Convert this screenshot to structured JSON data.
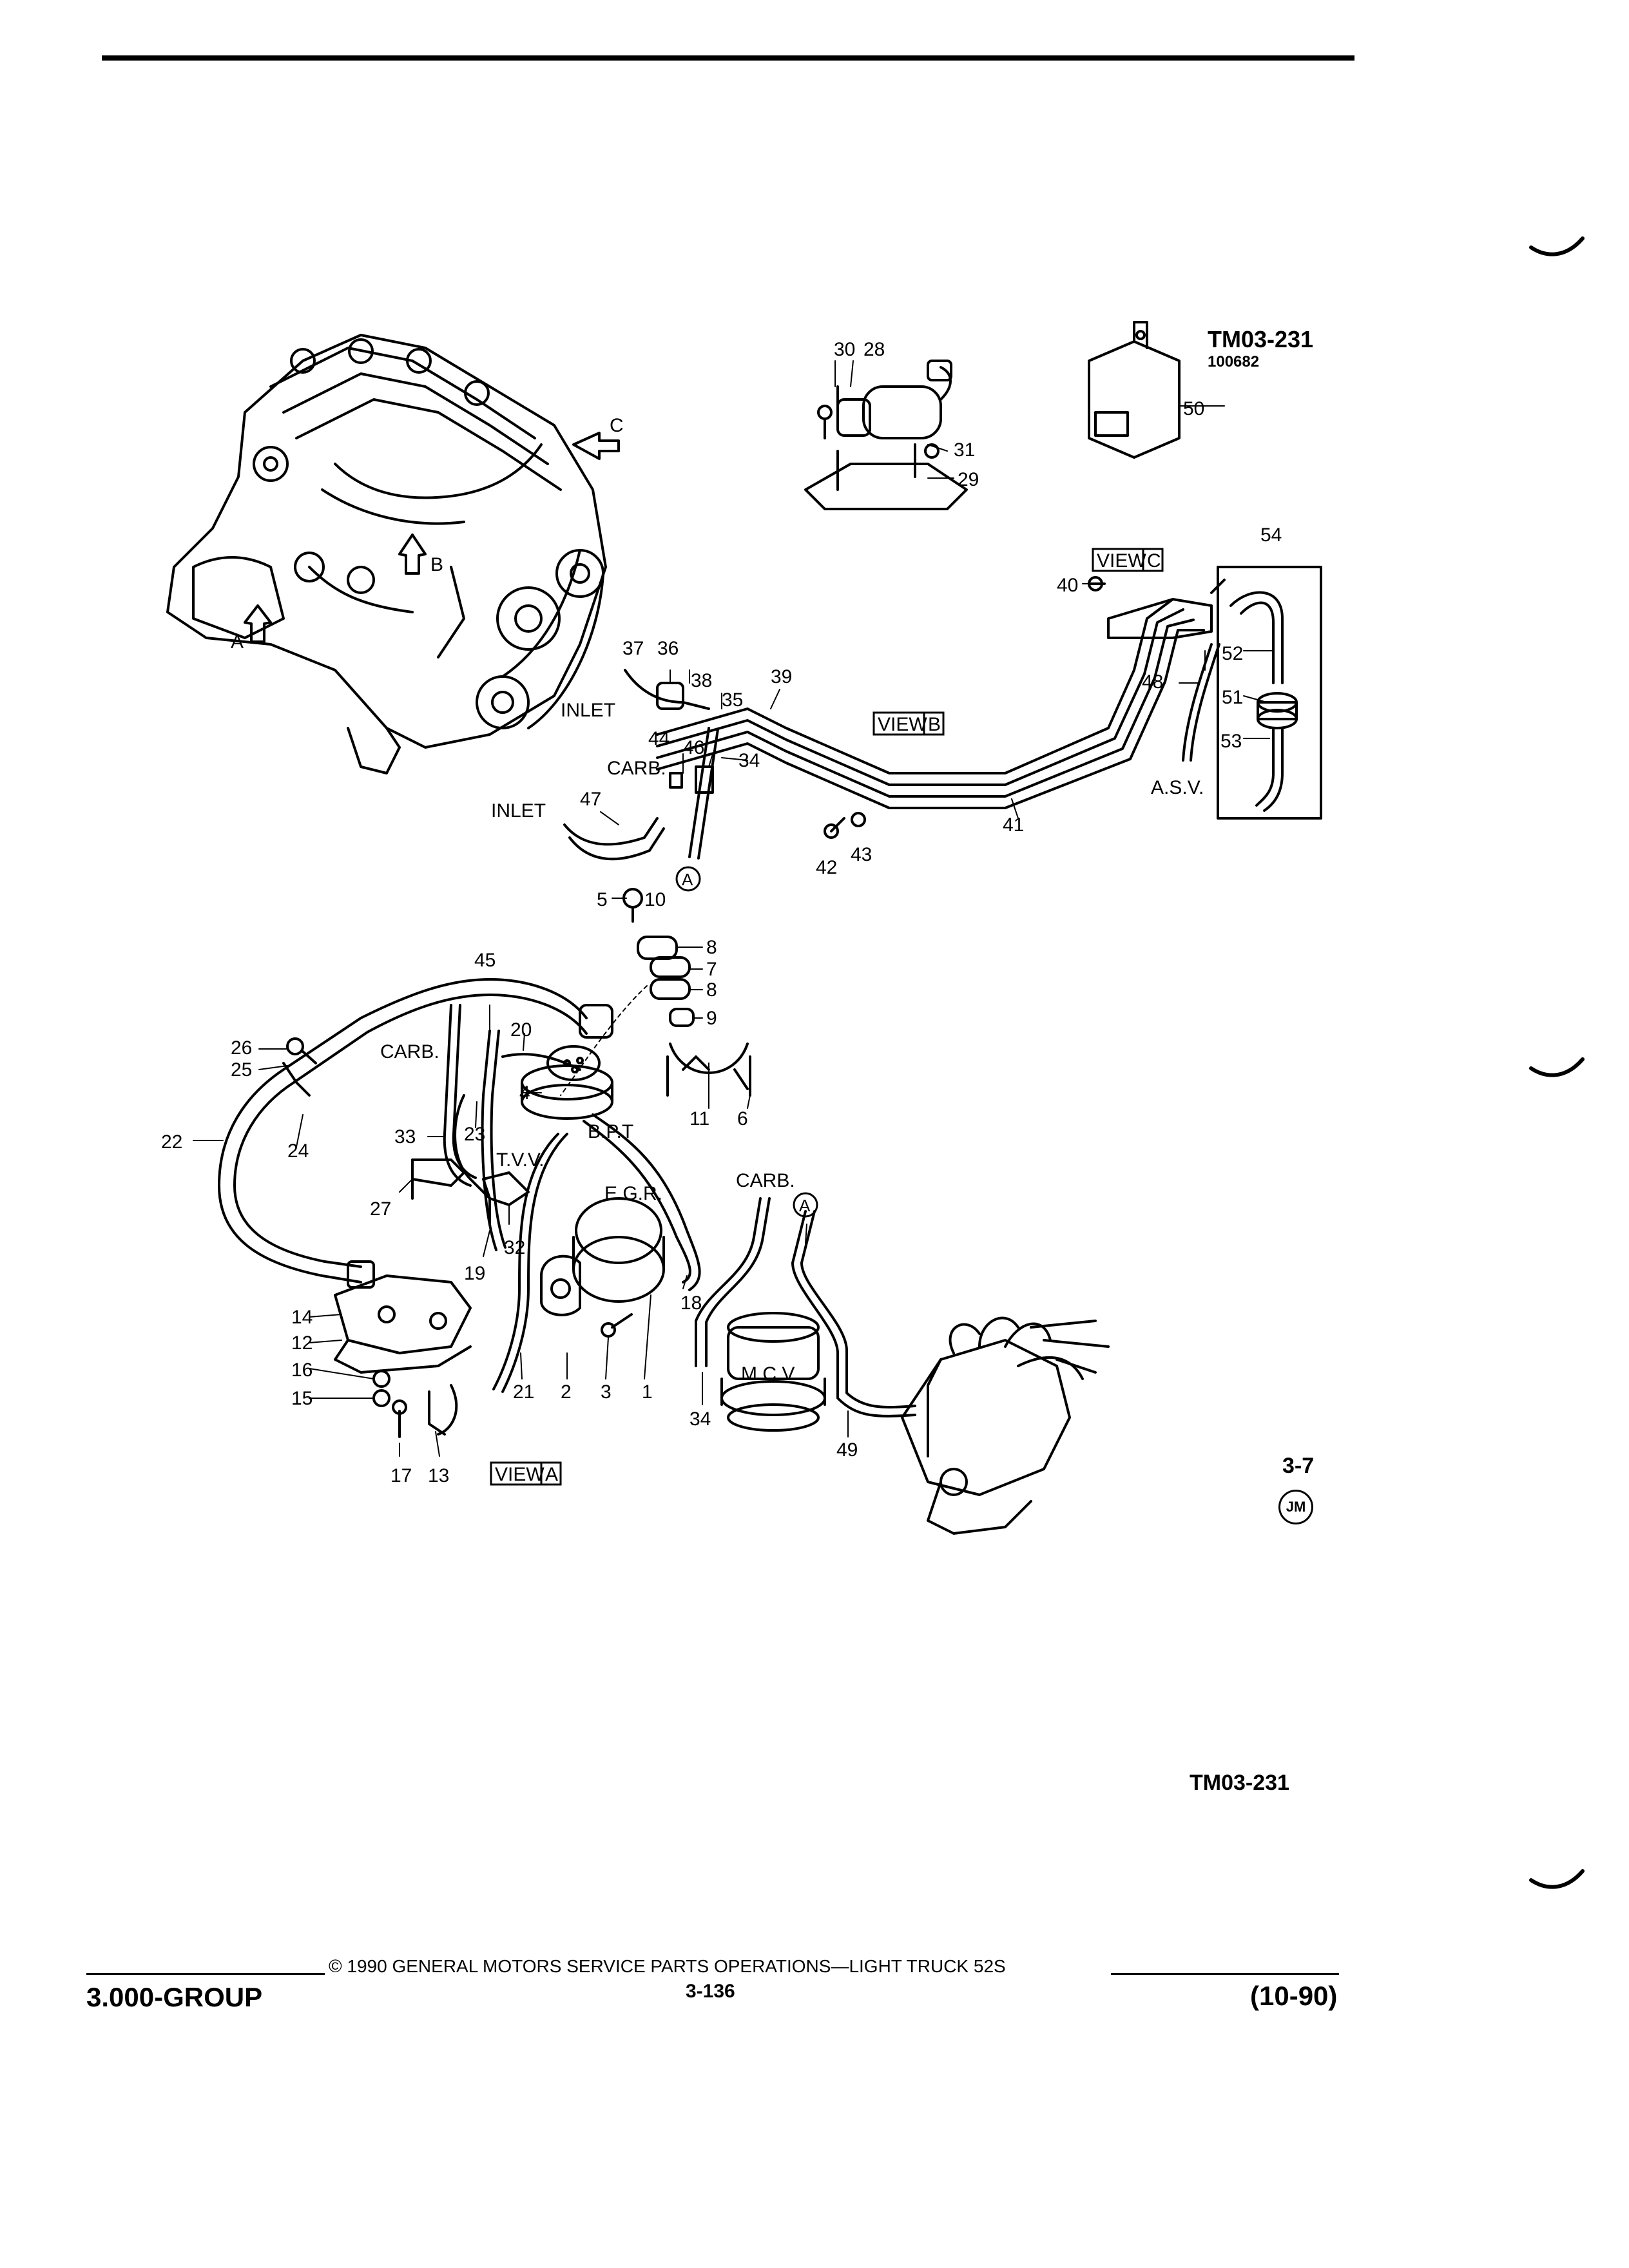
{
  "diagram": {
    "code_top": "TM03-231",
    "code_top_sub": "100682",
    "code_bottom": "TM03-231",
    "section_ref": "3-7",
    "section_badge": "JM",
    "view_labels": [
      "VIEW",
      "C",
      "VIEW",
      "B",
      "VIEW",
      "A"
    ],
    "view_arrows": [
      "C",
      "B",
      "A"
    ],
    "part_labels": {
      "inlet": "INLET",
      "carb": "CARB.",
      "asv": "A.S.V.",
      "tvv": "T.V.V.",
      "bpt": "B.P.T",
      "egr": "E.G.R.",
      "mcv": "M.C.V.",
      "circle_a": "A"
    },
    "callouts": [
      "1",
      "2",
      "3",
      "4",
      "5",
      "6",
      "7",
      "8",
      "9",
      "10",
      "11",
      "12",
      "13",
      "14",
      "15",
      "16",
      "17",
      "18",
      "19",
      "20",
      "21",
      "22",
      "23",
      "24",
      "25",
      "26",
      "27",
      "28",
      "29",
      "30",
      "31",
      "32",
      "33",
      "34",
      "35",
      "36",
      "37",
      "38",
      "39",
      "40",
      "41",
      "42",
      "43",
      "44",
      "45",
      "46",
      "47",
      "48",
      "49",
      "50",
      "51",
      "52",
      "53",
      "54"
    ]
  },
  "footer": {
    "group": "3.000-GROUP",
    "copyright": "© 1990 GENERAL MOTORS SERVICE PARTS OPERATIONS—LIGHT TRUCK 52S",
    "page": "3-136",
    "date": "(10-90)"
  }
}
